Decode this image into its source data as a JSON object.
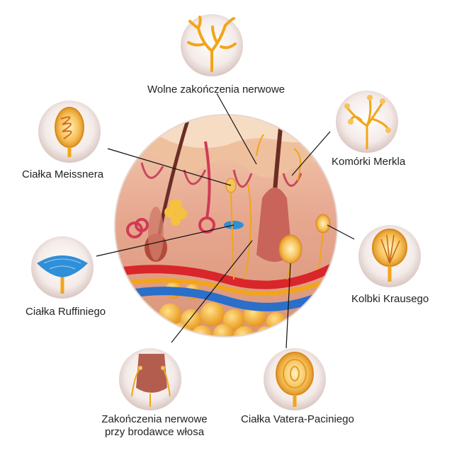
{
  "labels": {
    "free_endings": "Wolne zakończenia nerwowe",
    "meissner": "Ciałka Meissnera",
    "merkel": "Komórki Merkla",
    "ruffini": "Ciałka Ruffiniego",
    "krause": "Kolbki Krausego",
    "hair_line1": "Zakończenia nerwowe",
    "hair_line2": "przy brodawce włosa",
    "vater_pacini": "Ciałka Vatera-Paciniego"
  },
  "colors": {
    "skin_epidermis": "#f0c7a8",
    "skin_dermis": "#e8a98c",
    "fat": "#f5b83a",
    "nerve": "#f2a519",
    "artery": "#d8262b",
    "vein": "#2a6fc9",
    "hair": "#6b2d24",
    "ruffini_blue": "#2f8fd8",
    "icon_bg": "#f1e6e2"
  }
}
